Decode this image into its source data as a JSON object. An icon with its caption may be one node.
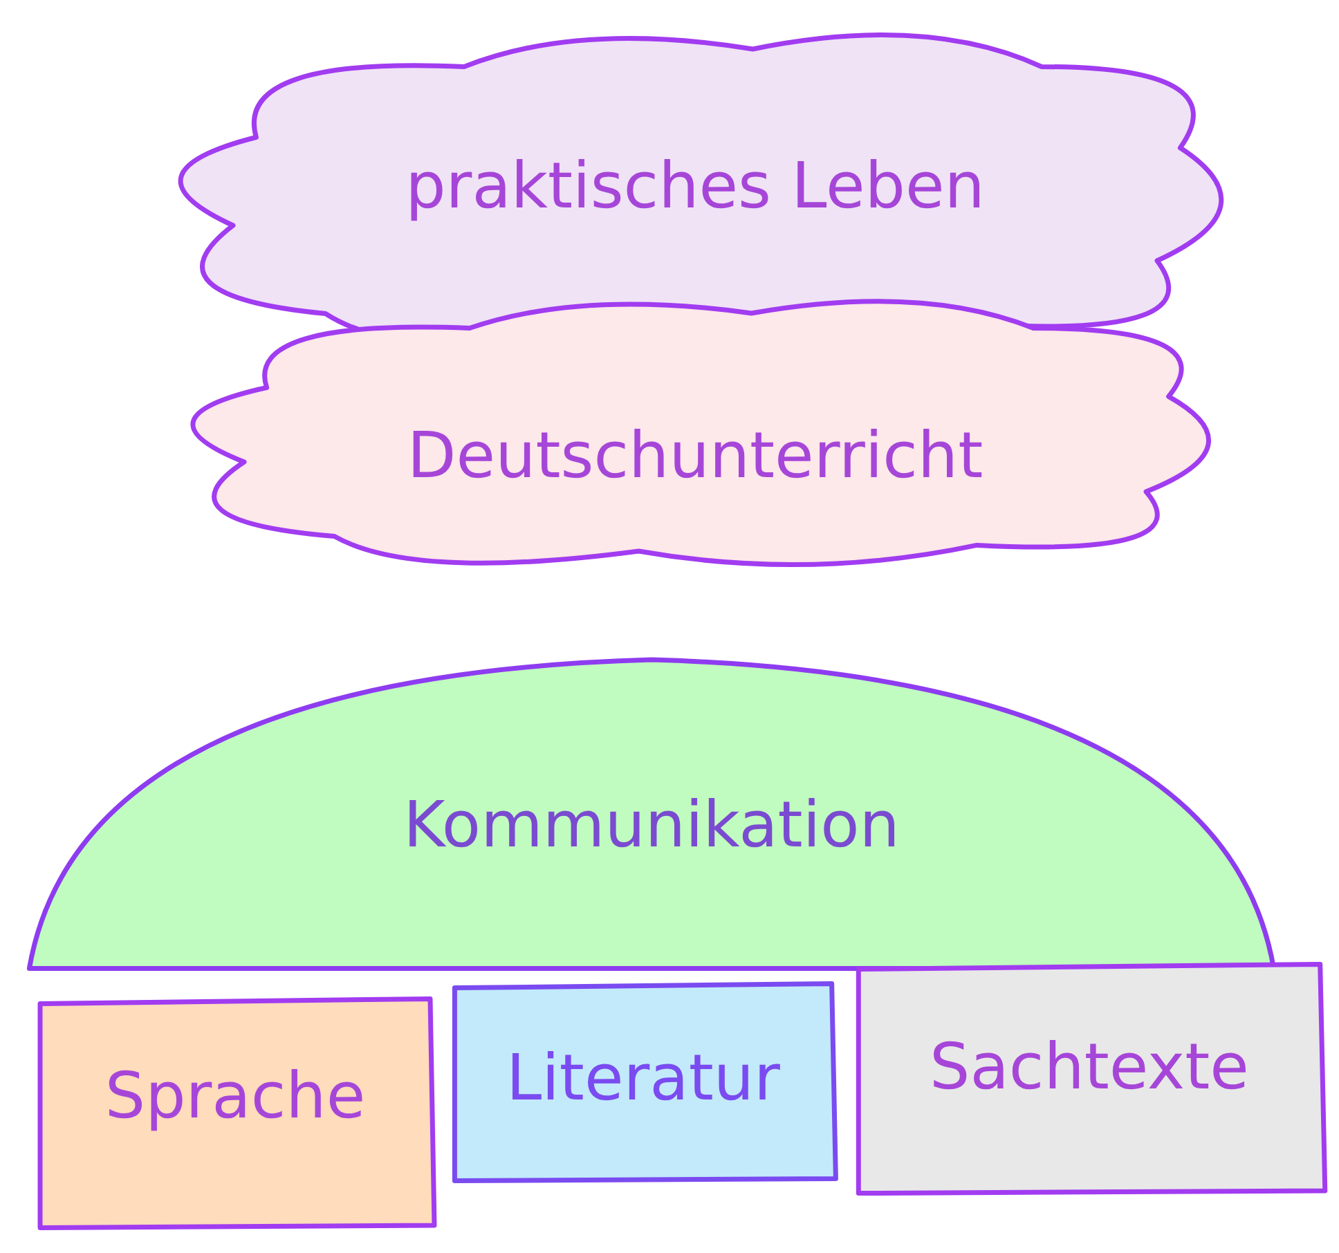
{
  "diagram": {
    "nodes": [
      {
        "text": [
          "praktisches Leben"
        ]
      },
      {
        "text": [
          "Deutschunterricht"
        ]
      },
      {
        "text": [
          "Kommunikation"
        ]
      },
      {
        "text": [
          "Sprache"
        ]
      },
      {
        "text": [
          "Literatur"
        ]
      },
      {
        "text": [
          "Sachtexte"
        ]
      }
    ]
  }
}
